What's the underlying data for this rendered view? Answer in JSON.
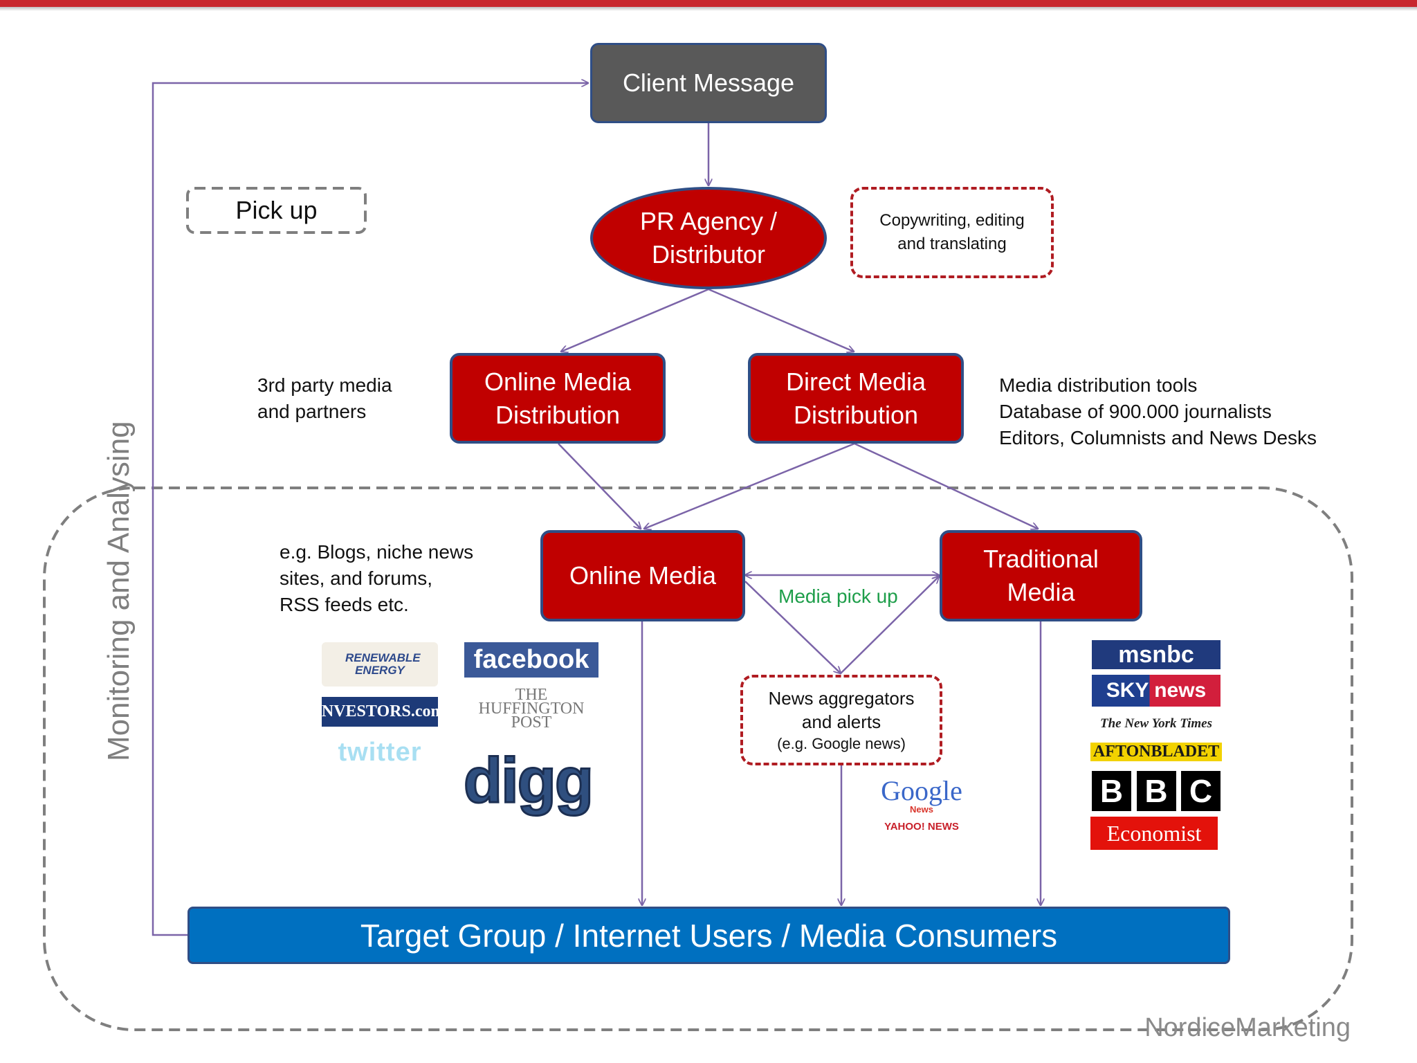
{
  "colors": {
    "accent_red": "#c00000",
    "border_blue": "#2f4e86",
    "arrow_purple": "#7b64a8",
    "pick_up_green": "#1e9e4a",
    "target_blue": "#0070c0"
  },
  "nodes": {
    "client_message": "Client Message",
    "pr_agency": "PR Agency /\nDistributor",
    "copywriting": "Copywriting, editing\nand translating",
    "pick_up_legend": "Pick up",
    "online_media_distribution": "Online Media\nDistribution",
    "direct_media_distribution": "Direct Media\nDistribution",
    "online_media": "Online Media",
    "traditional_media": "Traditional\nMedia",
    "news_aggregators_main": "News aggregators\nand alerts",
    "news_aggregators_example": "(e.g. Google news)",
    "target_group": "Target Group / Internet Users / Media Consumers"
  },
  "notes": {
    "third_party": "3rd party media\nand partners",
    "media_tools": "Media distribution tools\nDatabase of 900.000 journalists\nEditors, Columnists and News Desks",
    "blogs": "e.g. Blogs, niche news\nsites, and forums,\nRSS feeds etc.",
    "media_pick_up": "Media pick up",
    "monitoring": "Monitoring and Analysing"
  },
  "logos": {
    "renewable": "RENEWABLE ENERGY",
    "investors": "INVESTORS.com",
    "twitter": "twitter",
    "facebook": "facebook",
    "huffington": "THE\nHUFFINGTON\nPOST",
    "digg": "digg",
    "google": "Google",
    "google_news": "News",
    "yahoo": "YAHOO! NEWS",
    "msnbc": "msnbc",
    "sky": "SKY news",
    "nyt": "The New York Times",
    "aftonbladet": "AFTONBLADET",
    "bbc_b1": "B",
    "bbc_b2": "B",
    "bbc_c": "C",
    "economist": "Economist",
    "watermark": "NordiceMarketing"
  }
}
